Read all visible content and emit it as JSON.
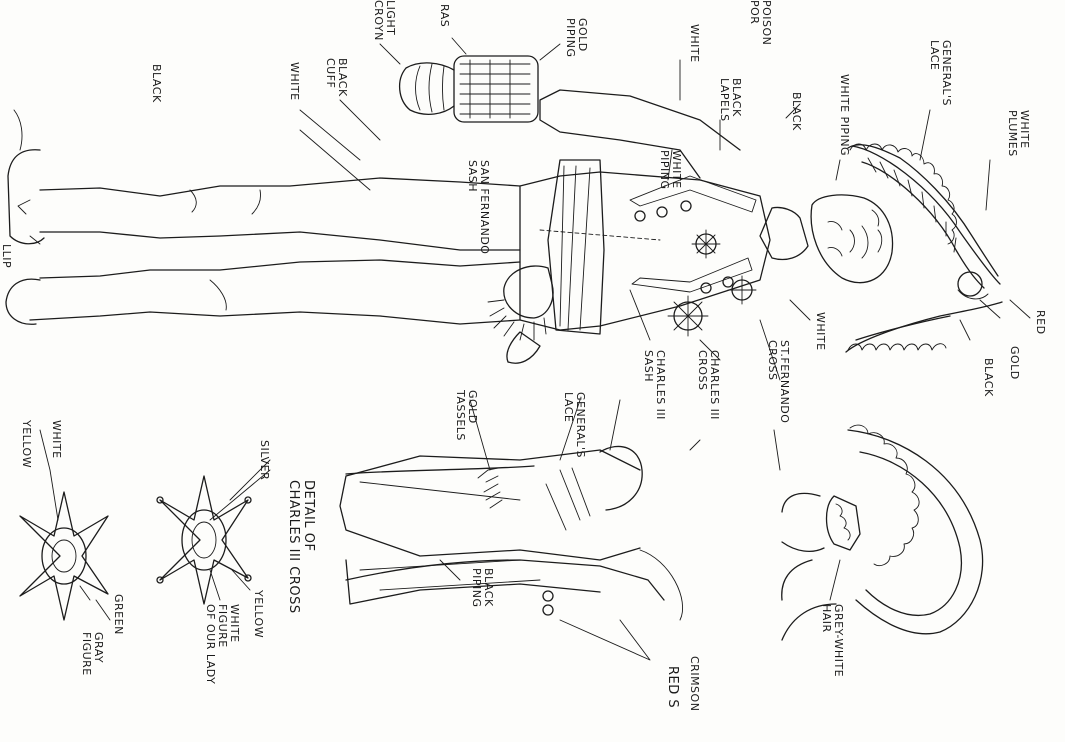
{
  "labels": {
    "light_croyn": "LIGHT\nCROYN",
    "gaiters": "RAS",
    "gold_piping_cuff": "GOLD\nPIPING",
    "white_sleeve": "WHITE",
    "poison_por": "POISON\nPOR",
    "generals_lace_hat": "GENERAL'S\nLACE",
    "white_plumes": "WHITE\nPLUMES",
    "black_label": "BLACK",
    "black_cuff": "BLACK\nCUFF",
    "white_cuff": "WHITE",
    "black_lapels": "BLACK\nLAPELS",
    "black_collar": "BLACK",
    "white_piping_collar": "WHITE PIPING",
    "white_piping_lapel": "WHITE\nPIPING",
    "san_fernando_sash": "SAN FERNANDO\nSASH",
    "red": "RED",
    "gold_hat": "GOLD",
    "black_hat": "BLACK",
    "white_collar": "WHITE",
    "st_fernando_cross": "ST.FERNANDO\nCROSS",
    "charles_iii_cross": "CHARLES III\nCROSS",
    "charles_iii_sash": "CHARLES III\nSASH",
    "gold_tassels": "GOLD\nTASSELS",
    "generals_lace_back": "GENERAL'S\nLACE",
    "black_piping": "BLACK\nPIPING",
    "crimson": "CRIMSON",
    "red_sash": "RED S",
    "grey_white_hair": "GREY-WHITE\nHAIR",
    "detail_title": "DETAIL OF\nCHARLES III CROSS",
    "silver": "SILVER",
    "yellow_right": "YELLOW",
    "white_figure": "WHITE\nFIGURE\nOF OUR LADY",
    "yellow_left": "YELLOW",
    "white_left": "WHITE",
    "green": "GREEN",
    "gray_figure": "GRAY\nFIGURE",
    "partial_bottom_left": "LLIP"
  }
}
